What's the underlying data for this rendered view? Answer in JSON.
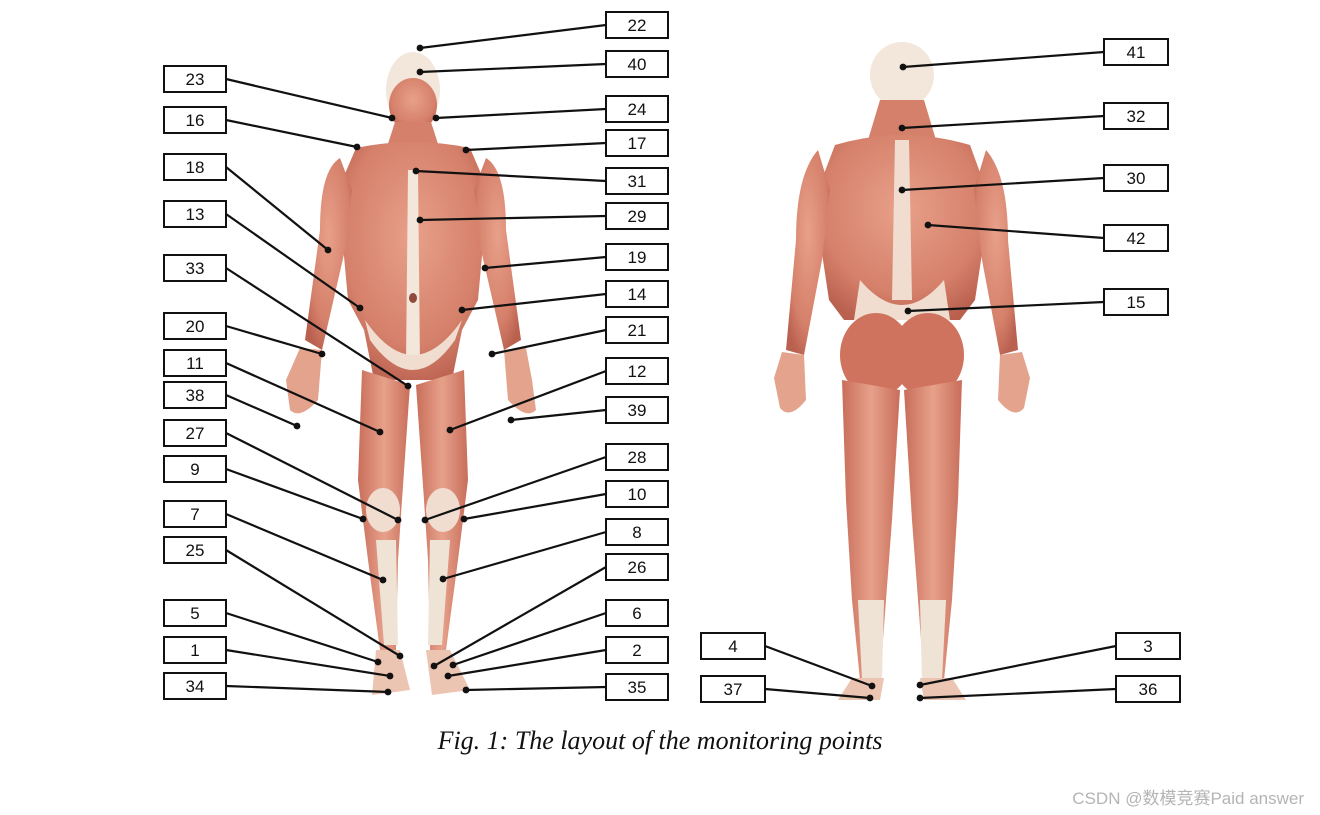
{
  "caption": "Fig. 1: The layout of the monitoring points",
  "watermark": "CSDN @数模竞赛Paid answer",
  "colors": {
    "muscle": "#d9836f",
    "muscle_dark": "#b9604f",
    "tendon": "#efe3d6",
    "skin_light": "#f3d9cc",
    "line": "#111111",
    "box_border": "#111111"
  },
  "front_view": {
    "left_labels": [
      "23",
      "16",
      "18",
      "13",
      "33",
      "20",
      "11",
      "38",
      "27",
      "9",
      "7",
      "25",
      "5",
      "1",
      "34"
    ],
    "right_labels": [
      "22",
      "40",
      "24",
      "17",
      "31",
      "29",
      "19",
      "14",
      "21",
      "12",
      "39",
      "28",
      "10",
      "8",
      "26",
      "6",
      "2",
      "35"
    ]
  },
  "back_view": {
    "left_labels": [
      "4",
      "37"
    ],
    "right_labels": [
      "41",
      "32",
      "30",
      "42",
      "15",
      "3",
      "36"
    ]
  }
}
